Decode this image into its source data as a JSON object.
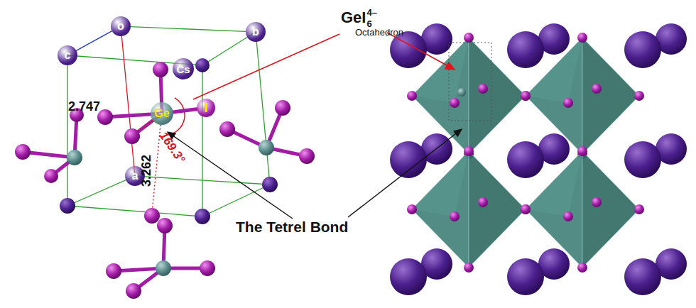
{
  "diagram": {
    "nodes": [
      {
        "text": [
          "o"
        ]
      },
      {
        "text": [
          "c"
        ]
      },
      {
        "text": [
          "b"
        ]
      },
      {
        "text": [
          "Cs"
        ]
      },
      {
        "text": [
          "Ge"
        ]
      },
      {
        "text": [
          "I"
        ]
      },
      {
        "text": [
          "a"
        ]
      }
    ],
    "edges": [
      {
        "from": 0,
        "to": 1,
        "arrow": "none"
      },
      {
        "from": 0,
        "to": 2,
        "arrow": "none"
      },
      {
        "from": 4,
        "to": 5,
        "arrow": "none"
      }
    ],
    "labels": [
      "GeI",
      "6",
      "4–",
      "Octahedron",
      "2.747",
      "3.262",
      "169.3°",
      "The Tetrel Bond"
    ]
  }
}
